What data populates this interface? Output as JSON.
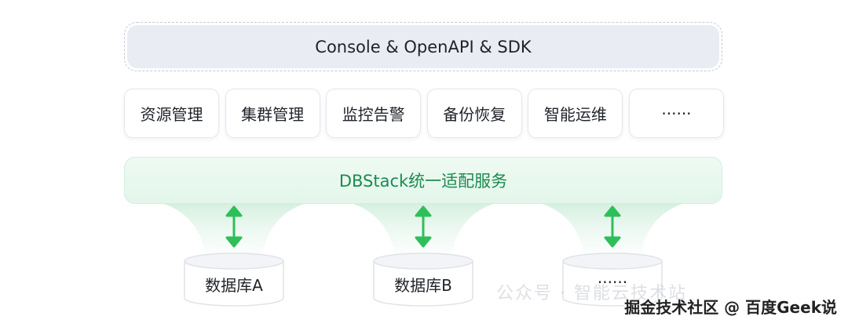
{
  "console": {
    "label": "Console & OpenAPI & SDK"
  },
  "modules": [
    "资源管理",
    "集群管理",
    "监控告警",
    "备份恢复",
    "智能运维",
    "······"
  ],
  "bus": {
    "label": "DBStack统一适配服务"
  },
  "databases": [
    "数据库A",
    "数据库B",
    "······"
  ],
  "watermark": {
    "text": "掘金技术社区 @ 百度Geek说",
    "faint": "公众号 · 智能云技术站"
  },
  "colors": {
    "accent_green": "#2fbf5a",
    "bus_text": "#1c8a4f",
    "console_bg": "#e9ecf3"
  }
}
